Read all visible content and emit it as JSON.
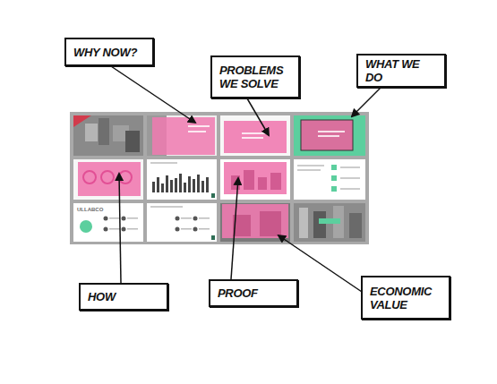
{
  "diagram": {
    "nodes": [
      {
        "text": [
          "WHY NOW?"
        ]
      },
      {
        "text": [
          "PROBLEMS WE SOLVE"
        ]
      },
      {
        "text": [
          "WHAT WE DO"
        ]
      },
      {
        "text": [
          "HOW"
        ]
      },
      {
        "text": [
          "PROOF"
        ]
      },
      {
        "text": [
          "ECONOMIC VALUE"
        ]
      }
    ],
    "labels": [
      "ULLABCO"
    ]
  }
}
